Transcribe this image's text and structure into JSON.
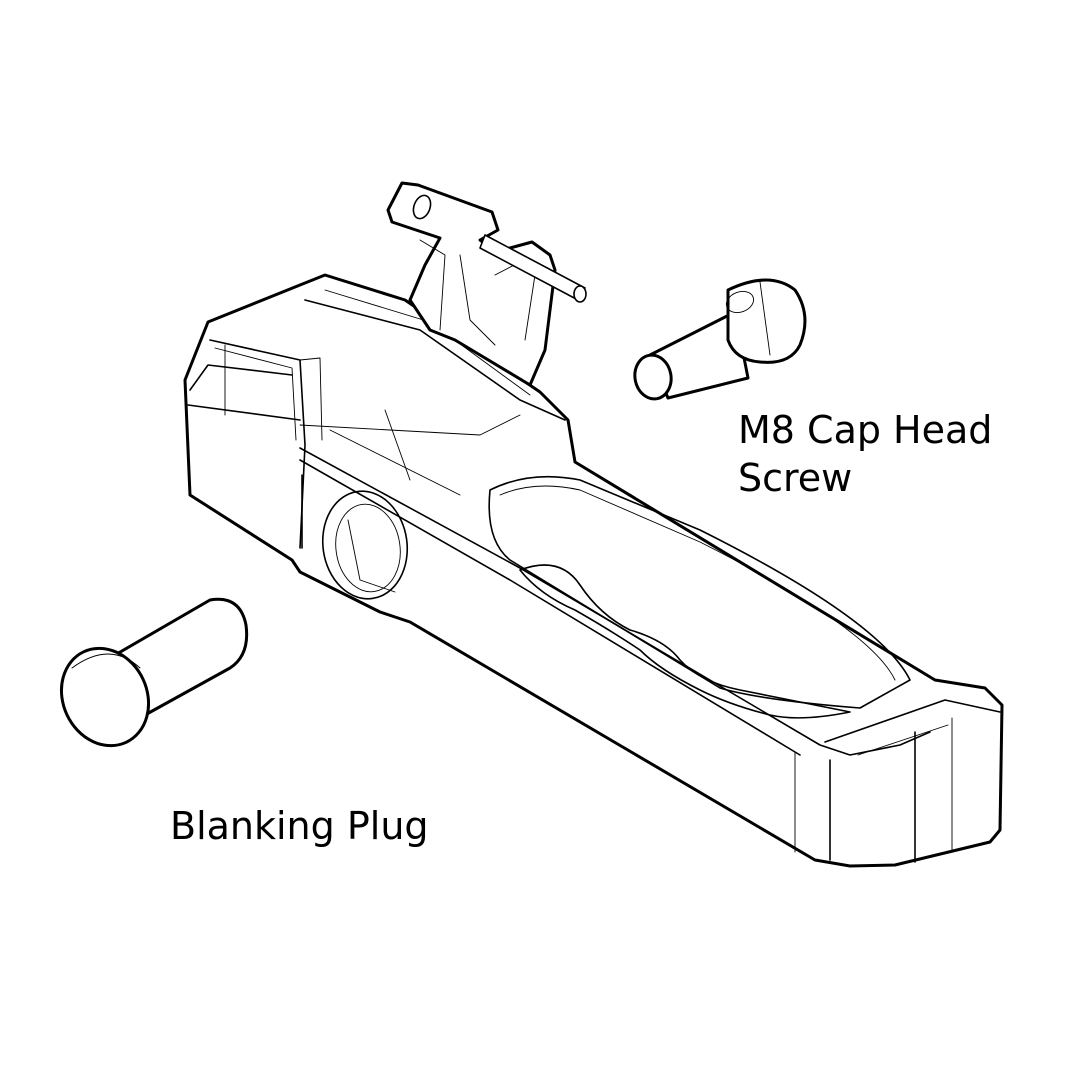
{
  "labels": {
    "screw": {
      "lines": [
        "M8 Cap Head",
        "Screw"
      ]
    },
    "plug": {
      "text": "Blanking Plug"
    }
  },
  "colors": {
    "line": "#000000",
    "background": "#ffffff"
  }
}
